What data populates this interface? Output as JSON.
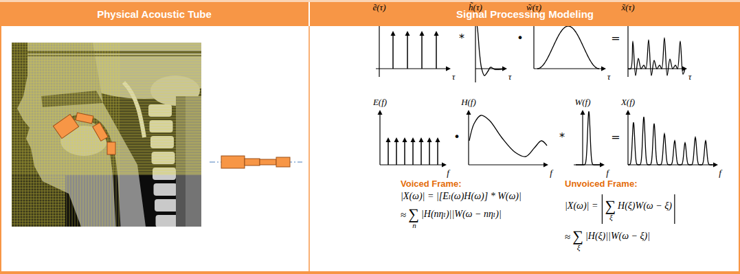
{
  "diagram": {
    "nodes": [
      {
        "text": [
          "Physical Acoustic Tube"
        ]
      },
      {
        "text": [
          "Signal Processing Modeling"
        ]
      }
    ],
    "labels": [
      "ẽ(τ)",
      "τ",
      "*",
      "h̃(τ)",
      "τ",
      "•",
      "w̃(τ)",
      "τ",
      "=",
      "x̃(τ)",
      "τ",
      "E(f)",
      "f",
      "•",
      "H(f)",
      "f",
      "*",
      "W(f)",
      "f",
      "=",
      "X(f)",
      "f",
      "Voiced Frame:",
      "|X(ω)| = |[Eₗ(ω)H(ω)] * W(ω)|",
      "≈",
      "∑",
      "n",
      "|H(nηₗ)||W(ω − nηₗ)|",
      "Unvoiced Frame:",
      "|X(ω)| =",
      "∑",
      "ξ",
      "H(ξ)W(ω − ξ)",
      "≈",
      "∑",
      "ξ",
      "|H(ξ)||W(ω − ξ)|"
    ]
  }
}
